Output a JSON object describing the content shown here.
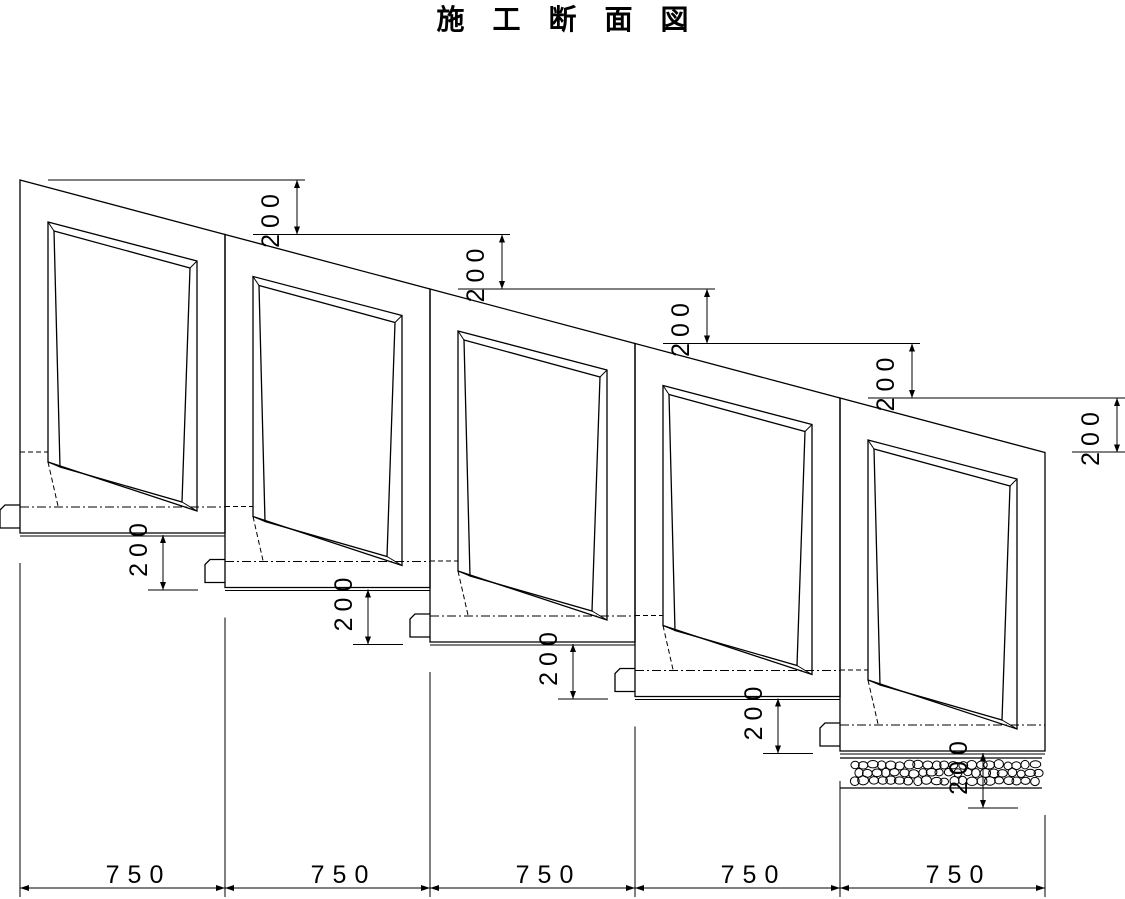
{
  "title": "施　工　断　面　図",
  "blocks": [
    {
      "rise_label": "200",
      "width_label": "750"
    },
    {
      "rise_label": "200",
      "width_label": "750"
    },
    {
      "rise_label": "200",
      "width_label": "750"
    },
    {
      "rise_label": "200",
      "width_label": "750"
    },
    {
      "rise_label": "200",
      "width_label": "750"
    }
  ],
  "step_labels": [
    "200",
    "200",
    "200",
    "200",
    "200"
  ],
  "foundation": "gravel"
}
